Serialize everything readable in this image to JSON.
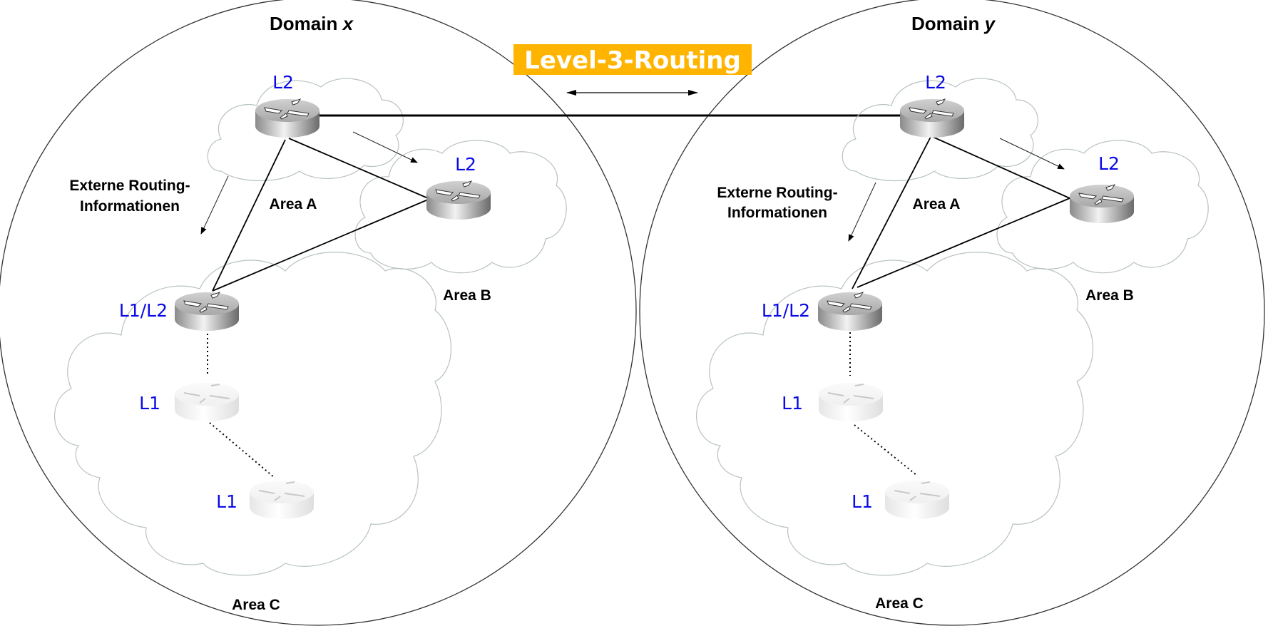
{
  "banner": {
    "label": "Level-3-Routing",
    "color": "#ffb400"
  },
  "domains": [
    {
      "id": "x",
      "title_prefix": "Domain ",
      "title_var": "x",
      "external_info_line1": "Externe Routing-",
      "external_info_line2": "Informationen",
      "areas": {
        "a": "Area A",
        "b": "Area B",
        "c": "Area C"
      },
      "routers": {
        "core_l2": "L2",
        "area_b_l2": "L2",
        "border_l1l2": "L1/L2",
        "l1_first": "L1",
        "l1_second": "L1"
      }
    },
    {
      "id": "y",
      "title_prefix": "Domain ",
      "title_var": "y",
      "external_info_line1": "Externe Routing-",
      "external_info_line2": "Informationen",
      "areas": {
        "a": "Area A",
        "b": "Area B",
        "c": "Area C"
      },
      "routers": {
        "core_l2": "L2",
        "area_b_l2": "L2",
        "border_l1l2": "L1/L2",
        "l1_first": "L1",
        "l1_second": "L1"
      }
    }
  ],
  "colors": {
    "router_label": "#0a0ae6",
    "banner_text": "#ffffff"
  }
}
